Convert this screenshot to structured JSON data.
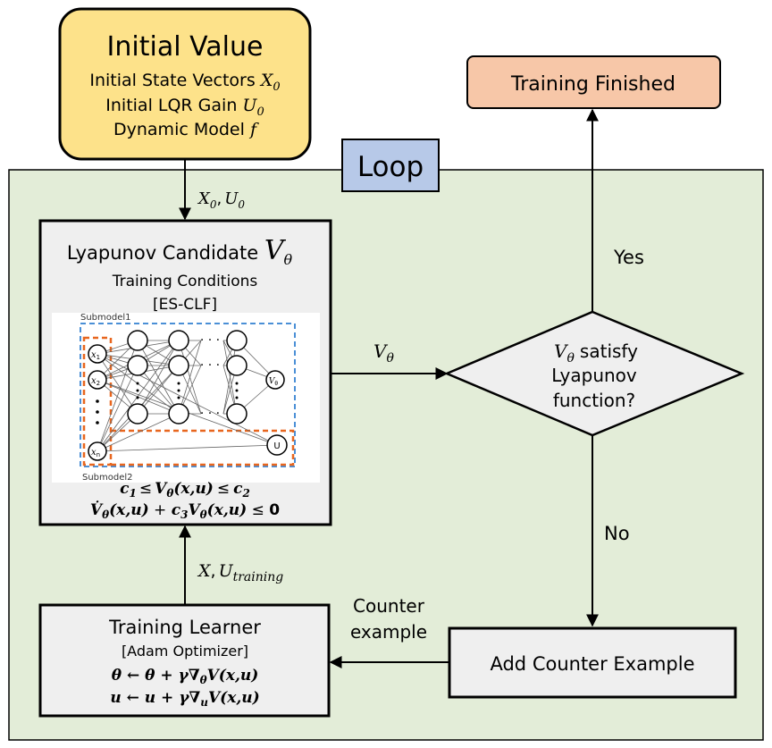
{
  "initial_value": {
    "title": "Initial Value",
    "line1_text": "Initial State Vectors",
    "line1_var": "X",
    "line1_sub": "0",
    "line2_text": "Initial LQR Gain",
    "line2_var": "U",
    "line2_sub": "0",
    "line3_text": "Dynamic Model",
    "line3_var": "f"
  },
  "training_finished": {
    "label": "Training Finished"
  },
  "loop": {
    "label": "Loop"
  },
  "edge_init": {
    "v1": "X",
    "s1": "0",
    "comma": ",",
    "v2": "U",
    "s2": "0"
  },
  "candidate": {
    "title": "Lyapunov Candidate",
    "var": "V",
    "sub": "θ",
    "subtitle": "Training Conditions",
    "tag": "[ES-CLF]",
    "submodel1": "Submodel1",
    "submodel2": "Submodel2",
    "node_x1": "x",
    "node_x1_sub": "1",
    "node_x2": "x",
    "node_x2_sub": "2",
    "node_xn": "x",
    "node_xn_sub": "n",
    "node_v": "V",
    "node_v_sub": "θ",
    "node_u": "U",
    "dots": "· · ·",
    "cond1_c1": "c",
    "cond1_c1_sub": "1",
    "cond1_le1": "≤",
    "cond1_V": "V",
    "cond1_V_sub": "θ",
    "cond1_args": "(x,u)",
    "cond1_le2": "≤",
    "cond1_c2": "c",
    "cond1_c2_sub": "2",
    "cond2_Vdot": "V̇",
    "cond2_Vdot_sub": "θ",
    "cond2_args1": "(x,u)",
    "cond2_plus": " + ",
    "cond2_c3": "c",
    "cond2_c3_sub": "3",
    "cond2_V": "V",
    "cond2_V_sub": "θ",
    "cond2_args2": "(x,u)",
    "cond2_le": " ≤ ",
    "cond2_zero": "0"
  },
  "edge_v": {
    "var": "V",
    "sub": "θ"
  },
  "decision": {
    "var": "V",
    "sub": "θ",
    "line1_text": "satisfy",
    "line2": "Lyapunov",
    "line3": "function?"
  },
  "edge_yes": {
    "label": "Yes"
  },
  "edge_no": {
    "label": "No"
  },
  "edge_train": {
    "v1": "X",
    "comma": ",",
    "v2": "U",
    "sub": "training"
  },
  "counter_label": {
    "line1": "Counter",
    "line2": "example"
  },
  "learner": {
    "title": "Training Learner",
    "subtitle": "[Adam Optimizer]",
    "eq1": "θ ← θ + γ∇",
    "eq1_sub": "θ",
    "eq1_tail": "V(x,u)",
    "eq2": "u ← u + γ∇",
    "eq2_sub": "u",
    "eq2_tail": "V(x,u)"
  },
  "add_counter": {
    "label": "Add Counter Example"
  },
  "colors": {
    "initial_fill": "#fde28a",
    "finished_fill": "#f7c7a8",
    "loop_fill": "#e3edd8",
    "loop_label_fill": "#b7c9e8",
    "box_fill": "#efefef",
    "submodel1_border": "#4a8fd6",
    "submodel2_border": "#e8661e"
  }
}
